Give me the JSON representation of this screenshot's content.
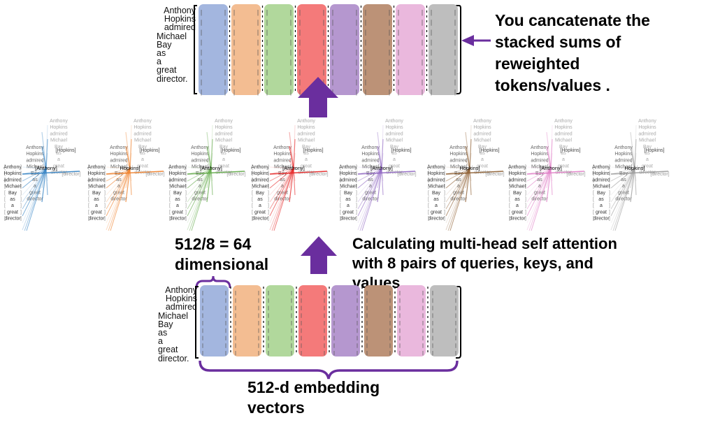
{
  "tokens": [
    "Anthony",
    "Hopkins",
    "admired",
    "Michael",
    "Bay",
    "as",
    "a",
    "great",
    "director."
  ],
  "head_colors": [
    "#a3b6df",
    "#f3bd92",
    "#b1d89c",
    "#f47a7a",
    "#b597cf",
    "#bc9277",
    "#eab8dd",
    "#bebebe"
  ],
  "head_line_colors": [
    "#2f7fc2",
    "#ef7d25",
    "#5ea844",
    "#e52222",
    "#8d63c1",
    "#8b5a2b",
    "#e07cc6",
    "#9a9a9a"
  ],
  "arrow_color": "#6a2e9e",
  "brace_color": "#6a2e9e",
  "top_caption": [
    "You cancatenate the",
    "stacked sums of",
    "reweighted",
    "tokens/values ."
  ],
  "middle_caption": [
    "Calculating multi-head self attention",
    "with 8 pairs of queries, keys, and",
    "values."
  ],
  "head_dim_caption": [
    "512/8 = 64",
    "dimensional"
  ],
  "embedding_caption": [
    "512-d embedding",
    "vectors"
  ],
  "head_tokens": [
    "Anthony",
    "Hopkins",
    "admired",
    "Michael",
    "Bay",
    "as",
    "a",
    "great",
    "director"
  ],
  "head_focus": [
    "[Anthony]",
    "Hopkins]",
    "[Anthony]",
    "[Anthony]",
    "[Anthony]",
    "Hopkins]",
    "[Anthony]",
    "Hopkins]",
    "[Anthony]"
  ]
}
